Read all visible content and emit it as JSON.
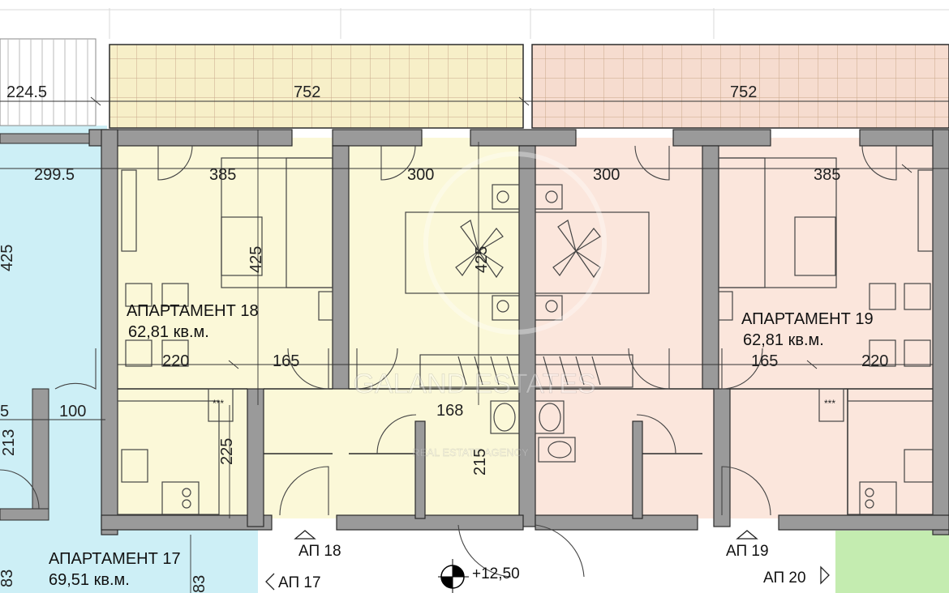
{
  "colors": {
    "apt17": "#cdeff6",
    "apt18": "#fbf8d8",
    "apt19": "#fbe6dc",
    "apt20": "#c4ecb0",
    "wall": "#9a9a9a",
    "line": "#2b2b2b",
    "terrace_grid": "#c9a98b"
  },
  "apartments": {
    "a17": {
      "name": "АПАРТАМЕНТ 17",
      "area": "69,51 кв.м."
    },
    "a18": {
      "name": "АПАРТАМЕНТ 18",
      "area": "62,81 кв.м."
    },
    "a19": {
      "name": "АПАРТАМЕНТ 19",
      "area": "62,81 кв.м."
    }
  },
  "dimensions": {
    "d_224": "224.5",
    "d_752_left": "752",
    "d_752_right": "752",
    "d_299": "299.5",
    "d_385_left": "385",
    "d_300_left": "300",
    "d_300_right": "300",
    "d_385_right": "385",
    "d_425_left": "425",
    "d_425_living": "425",
    "d_425_bed": "425",
    "d_220_left": "220",
    "d_165_left": "165",
    "d_165_right": "165",
    "d_220_right": "220",
    "d_100": "100",
    "d_225": "225",
    "d_168": "168",
    "d_215": "215",
    "d_5": "5",
    "d_213": "213",
    "d_83a": "83",
    "d_83b": "83"
  },
  "entrances": {
    "ap18": "АП 18",
    "ap17": "АП 17",
    "ap19": "АП 19",
    "ap20": "АП 20"
  },
  "level": "+12,50",
  "watermark": {
    "main": "GALAND ESTATES",
    "sub": "REAL ESTATE AGENCY"
  },
  "stove_marks": "***"
}
